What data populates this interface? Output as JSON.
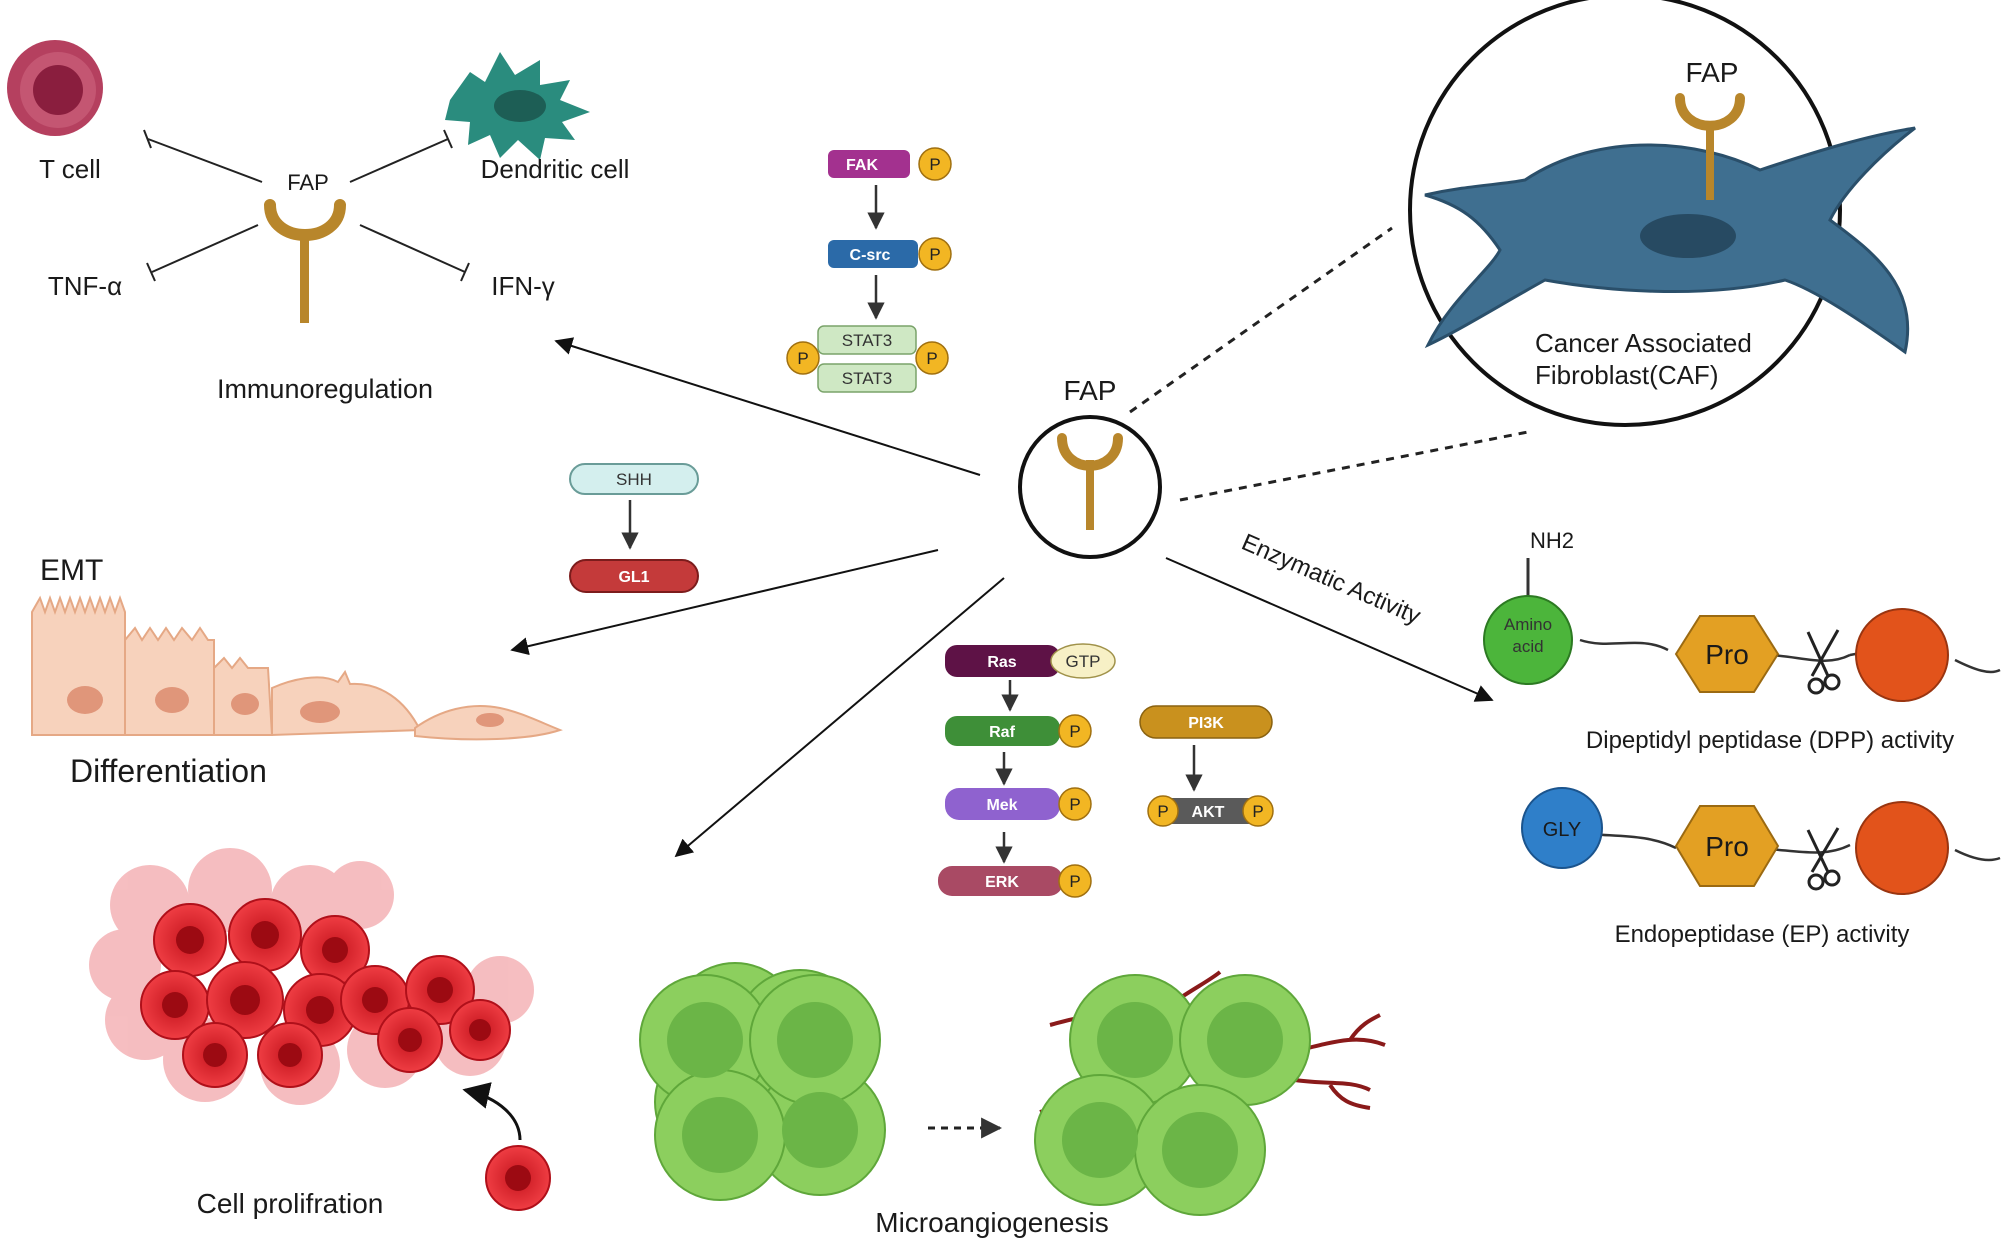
{
  "immuno": {
    "t_cell": "T cell",
    "dendritic": "Dendritic cell",
    "tnf": "TNF-α",
    "ifn": "IFN-γ",
    "fap": "FAP",
    "title": "Immunoregulation"
  },
  "center": {
    "fap": "FAP"
  },
  "caf": {
    "fap": "FAP",
    "line1": "Cancer Associated",
    "line2": "Fibroblast(CAF)"
  },
  "fak_pathway": {
    "fak": "FAK",
    "csrc": "C-src",
    "stat3_a": "STAT3",
    "stat3_b": "STAT3",
    "p": "P"
  },
  "shh_pathway": {
    "shh": "SHH",
    "gl1": "GL1"
  },
  "emt": {
    "label": "EMT",
    "title": "Differentiation"
  },
  "enzymatic": {
    "arrow_label": "Enzymatic Activity",
    "nh2": "NH2",
    "amino_1": "Amino",
    "amino_2": "acid",
    "pro": "Pro",
    "gly": "GLY",
    "dpp": "Dipeptidyl peptidase (DPP) activity",
    "ep": "Endopeptidase (EP) activity"
  },
  "ras_pathway": {
    "ras": "Ras",
    "gtp": "GTP",
    "raf": "Raf",
    "mek": "Mek",
    "erk": "ERK",
    "pi3k": "PI3K",
    "akt": "AKT",
    "p": "P"
  },
  "prolif": {
    "title": "Cell prolifration"
  },
  "angio": {
    "title": "Microangiogenesis"
  },
  "colors": {
    "receptor": "#b8862b",
    "caf_cell": "#3e6f91",
    "tumor_red": "#e0202a",
    "green_cell": "#8ccf5e",
    "pro": "#e3a023",
    "orange": "#e2531b",
    "gly": "#2f7fc9",
    "amino": "#4cb53b"
  }
}
